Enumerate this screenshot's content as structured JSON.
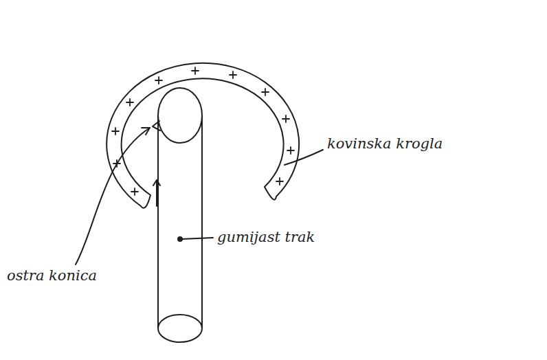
{
  "diagram": {
    "labels": [
      "ostra konica",
      "kovinska krogla",
      "gumijast trak"
    ]
  }
}
